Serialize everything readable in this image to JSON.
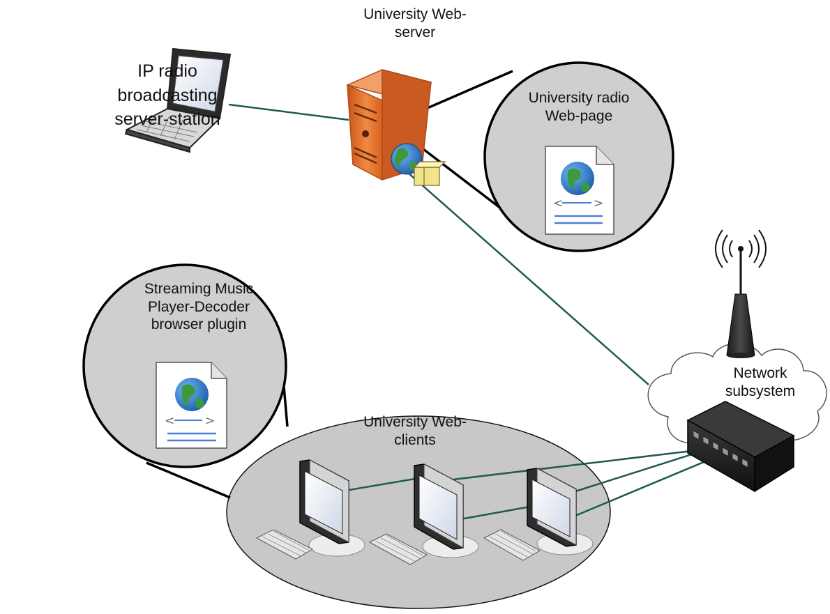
{
  "labels": {
    "laptop": "IP radio\nbroadcasting\nserver-station",
    "web_server": "University Web-\nserver",
    "radio_web_page": "University radio\nWeb-page",
    "plugin": "Streaming Music\nPlayer-Decoder\nbrowser plugin",
    "web_clients": "University Web-\nclients",
    "network": "Network\nsubsystem"
  },
  "colors": {
    "link_line": "#1f5a52",
    "bubble_fill": "#cfcfcf",
    "bubble_stroke": "#000000",
    "server_orange": "#e8732c",
    "client_group_fill": "#c8c8c8"
  },
  "icons": {
    "laptop": "laptop-icon",
    "server": "server-tower-icon",
    "globe": "globe-icon",
    "web_page": "web-page-document-icon",
    "antenna": "antenna-icon",
    "cloud": "cloud-icon",
    "switch": "network-switch-icon",
    "monitor": "monitor-icon",
    "keyboard": "keyboard-icon"
  }
}
